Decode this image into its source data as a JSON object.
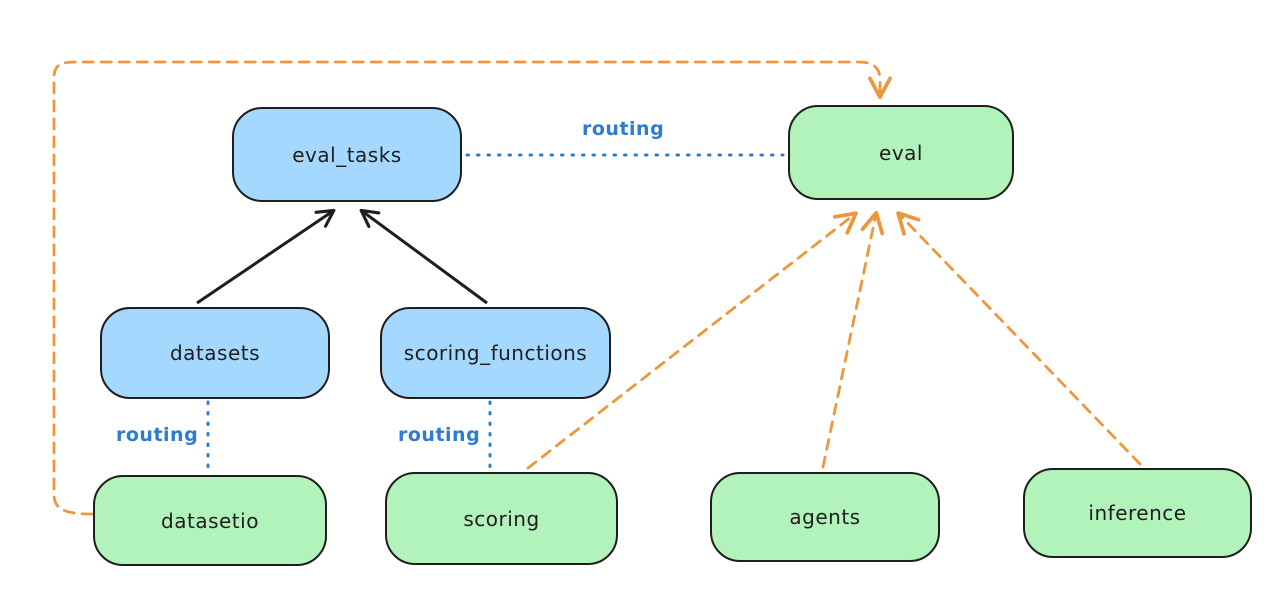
{
  "diagram": {
    "background": "#ffffff",
    "colors": {
      "node_blue_fill": "#a5d8ff",
      "node_green_fill": "#b2f2bb",
      "node_stroke": "#1e1e1e",
      "edge_black": "#1e1e1e",
      "edge_blue": "#2f7bce",
      "edge_orange": "#EC973B"
    },
    "nodes": [
      {
        "id": "eval_tasks",
        "label": "eval_tasks",
        "color": "blue"
      },
      {
        "id": "eval",
        "label": "eval",
        "color": "green"
      },
      {
        "id": "datasets",
        "label": "datasets",
        "color": "blue"
      },
      {
        "id": "scoring_functions",
        "label": "scoring_functions",
        "color": "blue"
      },
      {
        "id": "datasetio",
        "label": "datasetio",
        "color": "green"
      },
      {
        "id": "scoring",
        "label": "scoring",
        "color": "green"
      },
      {
        "id": "agents",
        "label": "agents",
        "color": "green"
      },
      {
        "id": "inference",
        "label": "inference",
        "color": "green"
      }
    ],
    "edges": [
      {
        "from": "datasets",
        "to": "eval_tasks",
        "style": "solid",
        "color": "black",
        "arrow": true,
        "label": ""
      },
      {
        "from": "scoring_functions",
        "to": "eval_tasks",
        "style": "solid",
        "color": "black",
        "arrow": true,
        "label": ""
      },
      {
        "from": "eval_tasks",
        "to": "eval",
        "style": "dotted",
        "color": "blue",
        "arrow": false,
        "label": "routing"
      },
      {
        "from": "datasets",
        "to": "datasetio",
        "style": "dotted",
        "color": "blue",
        "arrow": false,
        "label": "routing"
      },
      {
        "from": "scoring_functions",
        "to": "scoring",
        "style": "dotted",
        "color": "blue",
        "arrow": false,
        "label": "routing"
      },
      {
        "from": "datasetio",
        "to": "eval",
        "style": "dashed",
        "color": "orange",
        "arrow": true,
        "label": ""
      },
      {
        "from": "scoring",
        "to": "eval",
        "style": "dashed",
        "color": "orange",
        "arrow": true,
        "label": ""
      },
      {
        "from": "agents",
        "to": "eval",
        "style": "dashed",
        "color": "orange",
        "arrow": true,
        "label": ""
      },
      {
        "from": "inference",
        "to": "eval",
        "style": "dashed",
        "color": "orange",
        "arrow": true,
        "label": ""
      }
    ]
  }
}
